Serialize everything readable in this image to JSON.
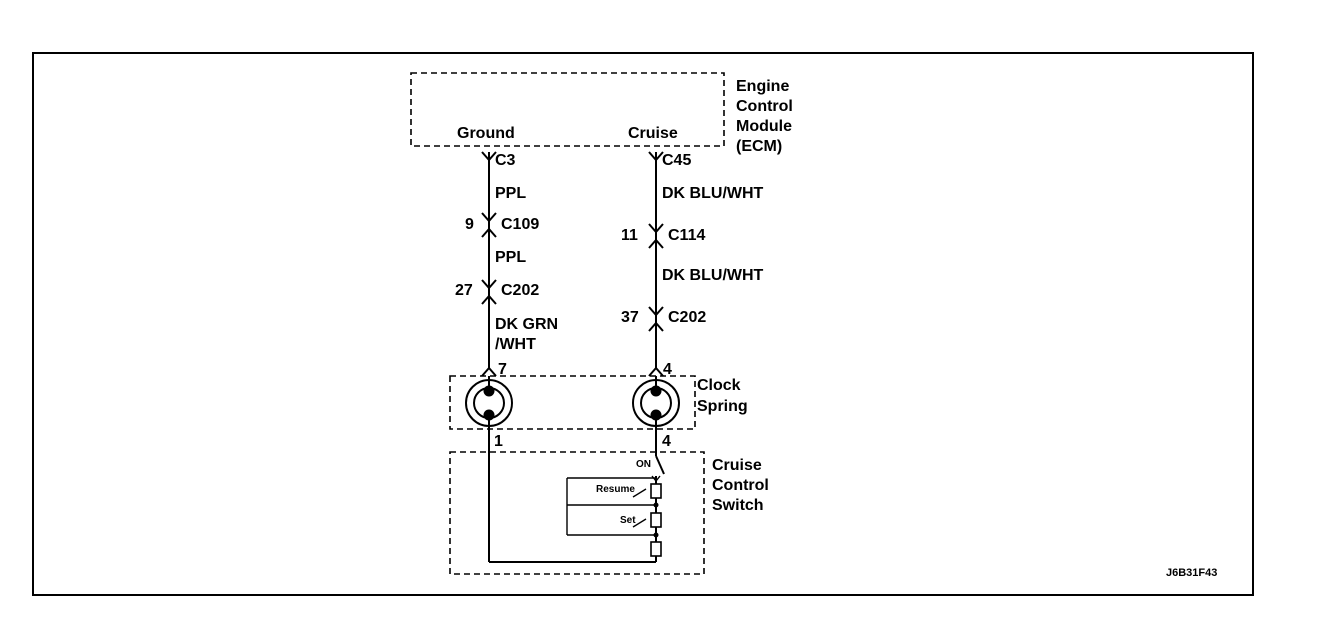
{
  "ecm": {
    "lines": [
      "Engine",
      "Control",
      "Module",
      "(ECM)"
    ],
    "ground_label": "Ground",
    "cruise_label": "Cruise"
  },
  "left_circuit": {
    "ecm_connector": "C3",
    "wire1": "PPL",
    "inline1_pin": "9",
    "inline1_conn": "C109",
    "wire2": "PPL",
    "inline2_pin": "27",
    "inline2_conn": "C202",
    "wire3_line1": "DK GRN",
    "wire3_line2": "/WHT",
    "clock_pin_top": "7",
    "clock_pin_bottom": "1"
  },
  "right_circuit": {
    "ecm_connector": "C45",
    "wire1": "DK BLU/WHT",
    "inline1_pin": "11",
    "inline1_conn": "C114",
    "wire2": "DK BLU/WHT",
    "inline2_pin": "37",
    "inline2_conn": "C202",
    "clock_pin_top": "4",
    "clock_pin_bottom": "4"
  },
  "clock_spring": {
    "lines": [
      "Clock",
      "Spring"
    ]
  },
  "cruise_switch": {
    "lines": [
      "Cruise",
      "Control",
      "Switch"
    ],
    "on_label": "ON",
    "resume_label": "Resume",
    "set_label": "Set"
  },
  "figure_id": "J6B31F43"
}
